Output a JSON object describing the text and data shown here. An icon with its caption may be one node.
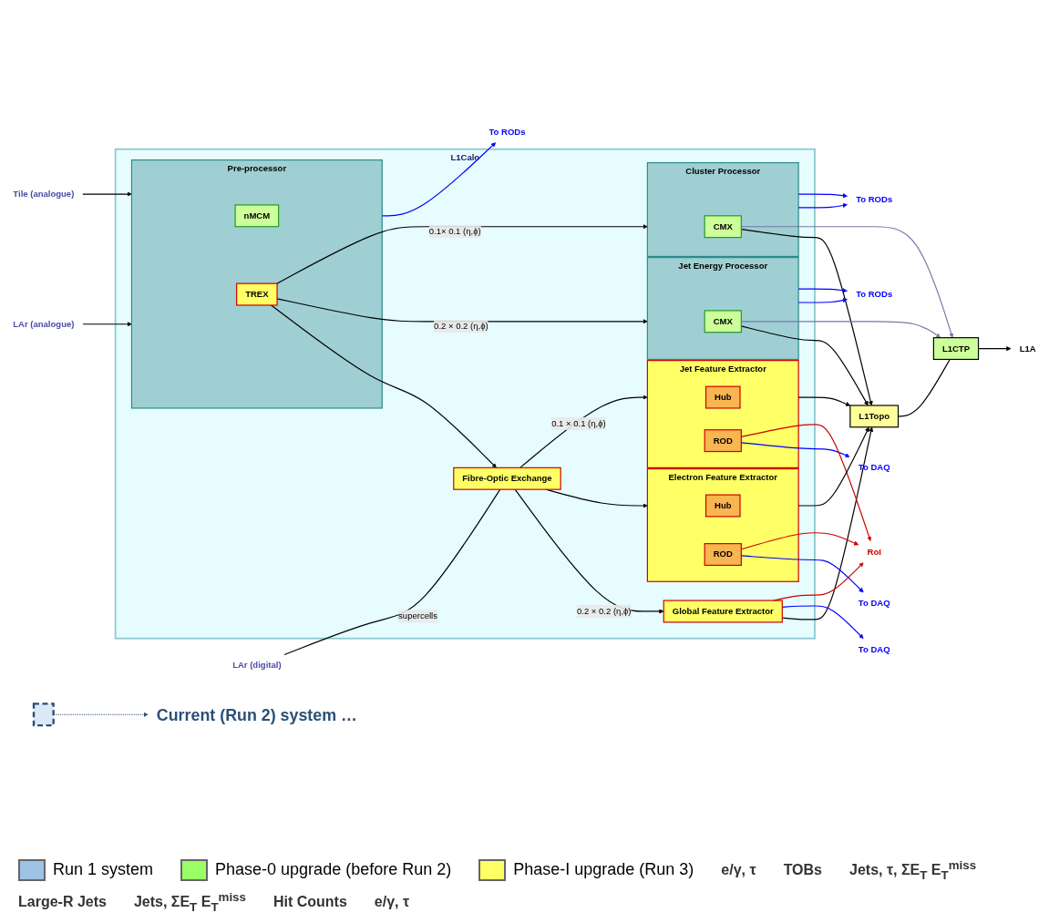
{
  "diagram": {
    "nodes": [
      {
        "text": [
          "L1Calo"
        ]
      },
      {
        "text": [
          "LAr (digital)"
        ]
      },
      {
        "text": [
          "Fibre-Optic Exchange"
        ],
        "in": 0
      },
      {
        "text": [
          "Electron Feature Extractor"
        ],
        "in": 0
      },
      {
        "text": [
          "Hub"
        ],
        "in": 3
      },
      {
        "text": [
          "ROD"
        ],
        "in": 3
      },
      {
        "text": [
          "Jet Feature Extractor"
        ],
        "in": 0
      },
      {
        "text": [
          "Hub"
        ],
        "in": 6
      },
      {
        "text": [
          "ROD"
        ],
        "in": 6
      },
      {
        "text": [
          "Global Feature Extractor"
        ],
        "in": 0
      },
      {
        "text": [
          "L1Topo"
        ]
      },
      {
        "text": [
          "L1CTP"
        ]
      },
      {
        "text": [
          "L1A"
        ]
      },
      {
        "text": [
          "To DAQ"
        ]
      },
      {
        "text": [
          "To DAQ"
        ]
      },
      {
        "text": [
          "To DAQ"
        ]
      },
      {
        "text": [
          "RoI"
        ]
      },
      {
        "text": [
          "LAr (analogue)"
        ]
      },
      {
        "text": [
          "Tile (analogue)"
        ]
      },
      {
        "text": [
          "Pre-processor"
        ],
        "in": 0
      },
      {
        "text": [
          "nMCM"
        ],
        "in": 19
      },
      {
        "text": [
          "TREX"
        ],
        "in": 19
      },
      {
        "text": [
          "To RODs"
        ]
      },
      {
        "text": [
          "Jet Energy Processor"
        ],
        "in": 0
      },
      {
        "text": [
          "CMX"
        ],
        "in": 23
      },
      {
        "text": [
          "To RODs"
        ]
      },
      {
        "text": [
          "Cluster Processor"
        ],
        "in": 0
      },
      {
        "text": [
          "CMX"
        ],
        "in": 26
      },
      {
        "text": [
          "To RODs"
        ]
      },
      {
        "text": [],
        "shape": "box"
      },
      {
        "text": [
          "Current (Run 2) system …"
        ]
      }
    ],
    "edges": [
      {
        "from": 1,
        "to": 2,
        "arrow": "none",
        "label": "supercells"
      },
      {
        "from": 2,
        "to": 3,
        "arrow": "to"
      },
      {
        "from": 2,
        "to": 6,
        "arrow": "to",
        "label": "0.1 × 0.1 (η,ϕ)"
      },
      {
        "from": 2,
        "to": 9,
        "arrow": "to",
        "label": "0.2 × 0.2 (η,ϕ)"
      },
      {
        "from": 3,
        "to": 10,
        "arrow": "to"
      },
      {
        "from": 6,
        "to": 10,
        "arrow": "to"
      },
      {
        "from": 9,
        "to": 10,
        "arrow": "to"
      },
      {
        "from": 24,
        "to": 10,
        "arrow": "to"
      },
      {
        "from": 27,
        "to": 10,
        "arrow": "to"
      },
      {
        "from": 10,
        "to": 11,
        "arrow": "none"
      },
      {
        "from": 11,
        "to": 12,
        "arrow": "to"
      },
      {
        "from": 5,
        "to": 13,
        "arrow": "to",
        "color": "#0000ff"
      },
      {
        "from": 8,
        "to": 14,
        "arrow": "to",
        "color": "#0000ff"
      },
      {
        "from": 9,
        "to": 15,
        "arrow": "to",
        "color": "#0000ff"
      },
      {
        "from": 5,
        "to": 16,
        "arrow": "to",
        "color": "#cc0000"
      },
      {
        "from": 8,
        "to": 16,
        "arrow": "to",
        "color": "#cc0000"
      },
      {
        "from": 9,
        "to": 16,
        "arrow": "to",
        "color": "#cc0000"
      },
      {
        "from": 17,
        "to": 19,
        "arrow": "to"
      },
      {
        "from": 18,
        "to": 19,
        "arrow": "to"
      },
      {
        "from": 21,
        "to": 2,
        "arrow": "to"
      },
      {
        "from": 21,
        "to": 23,
        "arrow": "to",
        "label": "0.2 × 0.2 (η,ϕ)"
      },
      {
        "from": 21,
        "to": 26,
        "arrow": "to",
        "label": "0.1× 0.1 (η,ϕ)"
      },
      {
        "from": 19,
        "to": 22,
        "arrow": "to",
        "color": "#0000ff"
      },
      {
        "from": 23,
        "to": 25,
        "arrow": "to",
        "color": "#0000ff"
      },
      {
        "from": 23,
        "to": 25,
        "arrow": "to",
        "color": "#0000ff"
      },
      {
        "from": 26,
        "to": 28,
        "arrow": "to",
        "color": "#0000ff"
      },
      {
        "from": 26,
        "to": 28,
        "arrow": "to",
        "color": "#0000ff"
      },
      {
        "from": 24,
        "to": 11,
        "arrow": "to",
        "color": "#7777aa"
      },
      {
        "from": 27,
        "to": 11,
        "arrow": "to",
        "color": "#7777aa"
      },
      {
        "from": 29,
        "to": 30,
        "arrow": "to",
        "style": "dashed",
        "color": "#2a5078"
      }
    ],
    "labels": [
      "e/γ, τ",
      "TOBs",
      "Jets, τ, ΣE$_{T}$ E$_{T}$$^{miss}$",
      "Large-R Jets",
      "Jets, ΣE$_{T}$ E$_{T}$$^{miss}$",
      "Hit Counts",
      "e/γ, τ"
    ],
    "legend": [
      {
        "text": "Run 1 system",
        "color": "#9dc3e6"
      },
      {
        "text": "Phase-0 upgrade (before Run 2)",
        "color": "#99ff66"
      },
      {
        "text": "Phase-I upgrade (Run 3)",
        "color": "#ffff66"
      }
    ]
  }
}
